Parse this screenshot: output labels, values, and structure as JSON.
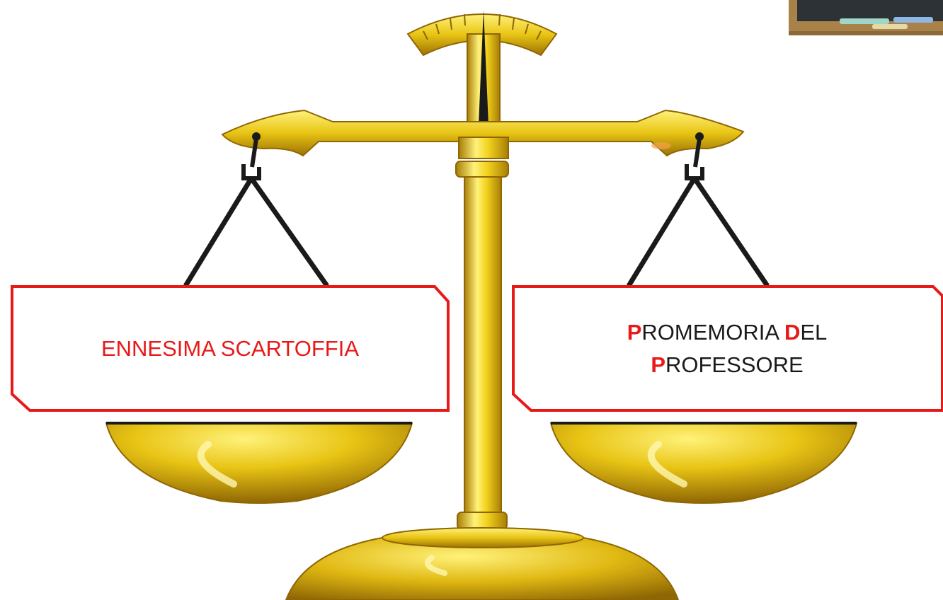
{
  "left_pan": {
    "label": "ENNESIMA SCARTOFFIA"
  },
  "right_pan": {
    "line1": {
      "initial_1": "P",
      "rest_1": "ROMEMORIA ",
      "initial_2": "D",
      "rest_2": "EL"
    },
    "line2": {
      "initial_3": "P",
      "rest_3": "ROFESSORE"
    }
  },
  "colors": {
    "gold": "#e8c414",
    "gold_light": "#fff27a",
    "gold_dark": "#a87d06",
    "label_border": "#e81919",
    "label_text": "#e81919",
    "accent_text": "#1a1a1a"
  },
  "icons": {
    "scale": "balance-scale-illustration",
    "corner": "chalkboard-photo-thumbnail"
  }
}
